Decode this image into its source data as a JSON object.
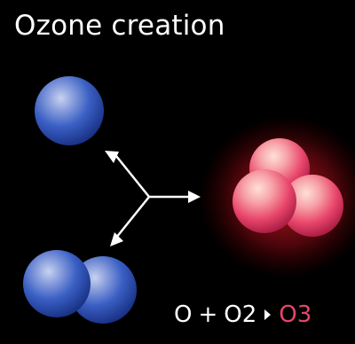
{
  "title": "Ozone creation",
  "equation": {
    "reactant_1": "O",
    "plus": "+",
    "reactant_2": "O2",
    "product": "O3"
  },
  "colors": {
    "background": "#000000",
    "oxygen_atom": "#3a5fc4",
    "ozone_atom": "#e8456a",
    "arrow": "#ffffff",
    "text": "#ffffff"
  },
  "icons": {
    "arrow": "converging-arrow-icon",
    "equation_arrow": "triangle-right-icon"
  }
}
